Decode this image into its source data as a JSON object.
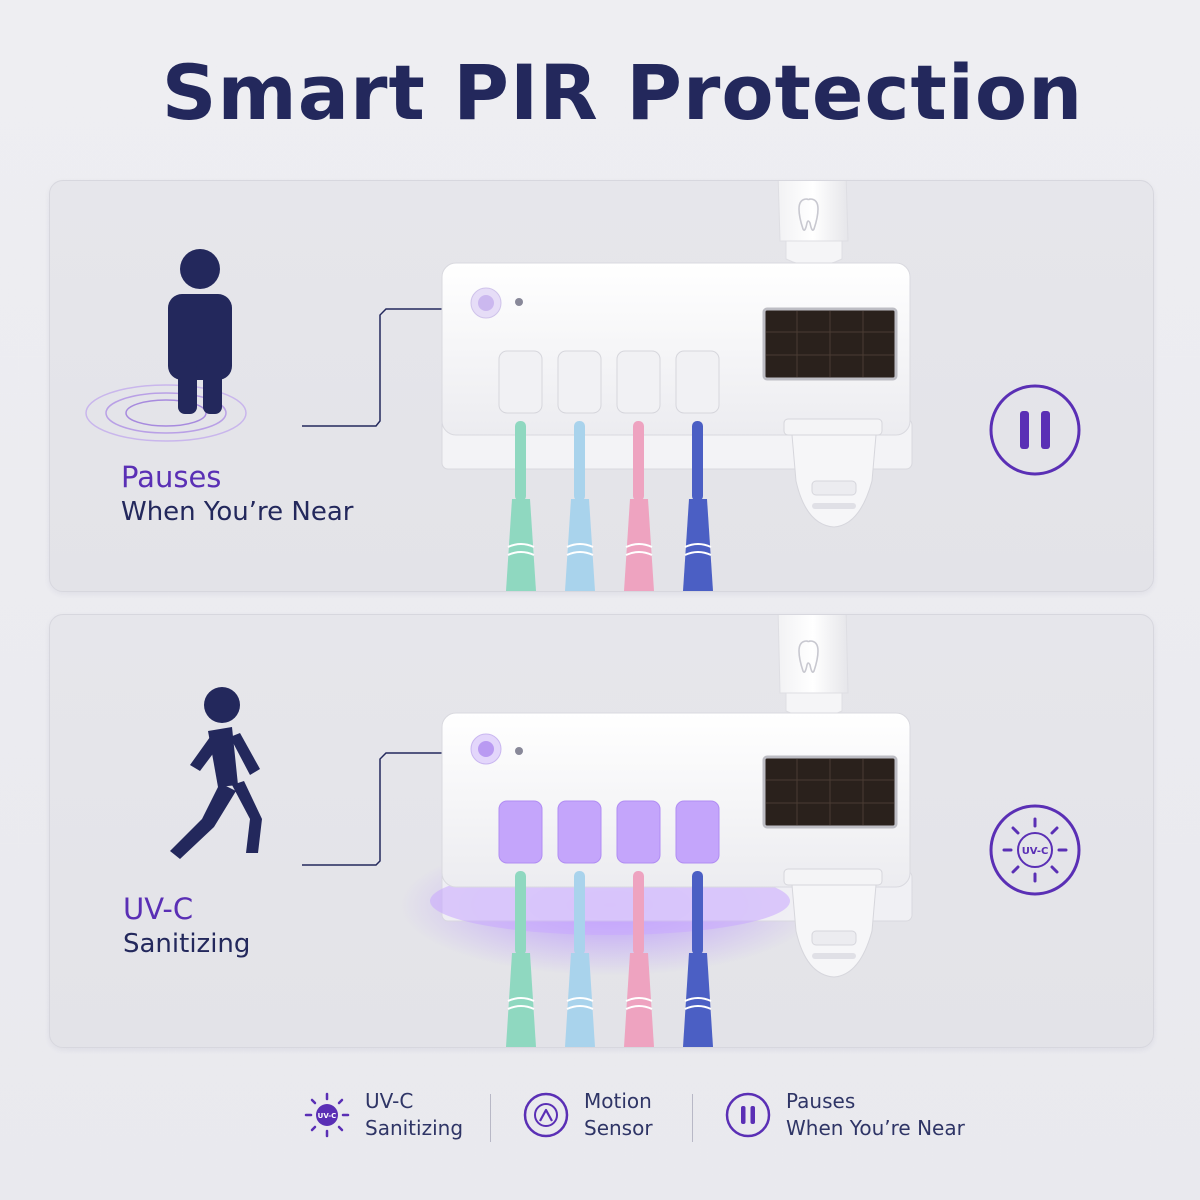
{
  "title": "Smart PIR Protection",
  "colors": {
    "navy": "#23285c",
    "purple": "#5a2fb5",
    "uv_glow": "#b38cff",
    "brush_mint": "#8fd8c0",
    "brush_sky": "#a9d3ec",
    "brush_pink": "#eea3c0",
    "brush_blue": "#4b5fc4"
  },
  "panels": {
    "top": {
      "state_title": "Pauses",
      "state_subtitle": "When You’re Near",
      "person_icon": "standing-person-icon",
      "status_icon": "pause-icon",
      "uv_active": false
    },
    "bottom": {
      "state_title": "UV-C",
      "state_subtitle": "Sanitizing",
      "person_icon": "walking-person-icon",
      "status_icon": "uvc-sun-icon",
      "status_badge": "UV-C",
      "uv_active": true
    }
  },
  "footer": {
    "items": [
      {
        "icon": "uvc-sun-icon",
        "badge": "UV-C",
        "line1": "UV-C",
        "line2": "Sanitizing"
      },
      {
        "icon": "motion-sensor-icon",
        "line1": "Motion",
        "line2": "Sensor"
      },
      {
        "icon": "pause-icon",
        "line1": "Pauses",
        "line2": "When You’re Near"
      }
    ]
  }
}
